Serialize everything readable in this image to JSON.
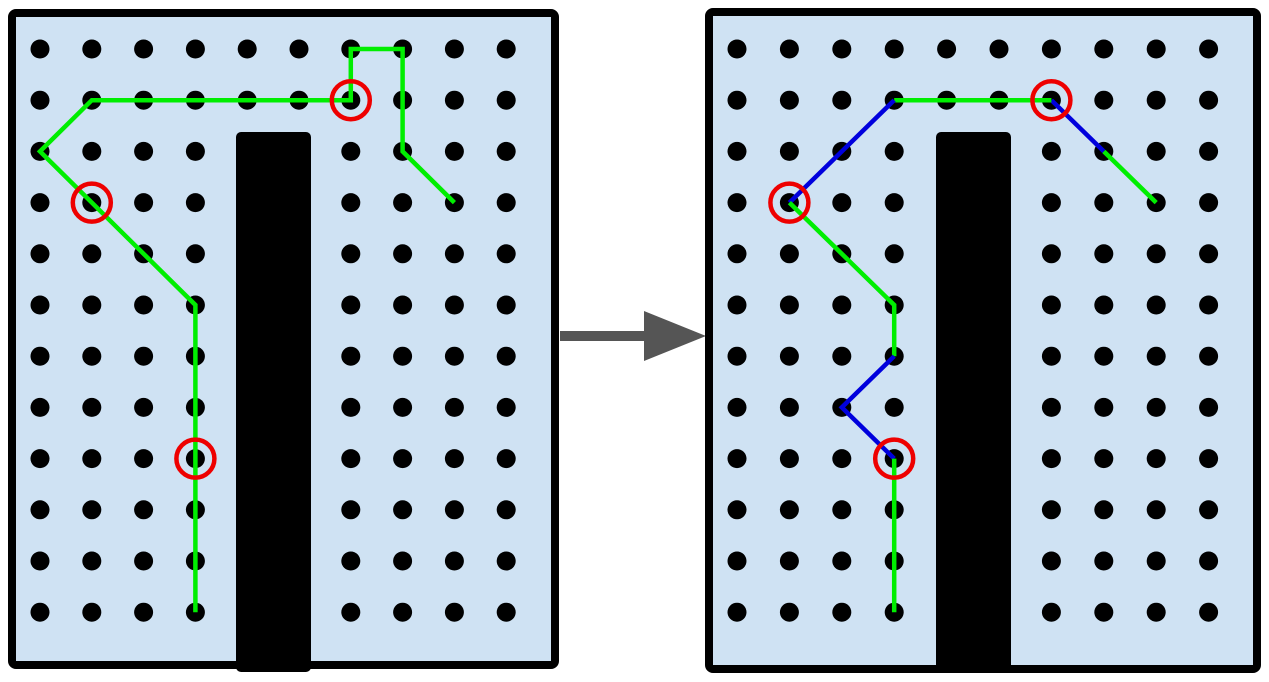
{
  "colors": {
    "background": "#ffffff",
    "panel_fill": "#cfe2f3",
    "panel_border": "#000000",
    "grid_dot": "#000000",
    "obstacle": "#000000",
    "path_original": "#00ee00",
    "path_refined": "#0000dd",
    "waypoint_marker": "#ee0000",
    "arrow": "#555555"
  },
  "grid": {
    "columns": 10,
    "rows": 12
  },
  "obstacle": {
    "column_from": 4,
    "column_to": 5,
    "row_from": 2
  },
  "panels": [
    {
      "id": "before",
      "path_segments": [
        {
          "color_key": "path_original",
          "points": [
            [
              8,
              3
            ],
            [
              7,
              2
            ],
            [
              7,
              0
            ],
            [
              6,
              0
            ],
            [
              6,
              1
            ],
            [
              1,
              1
            ],
            [
              0,
              2
            ],
            [
              3,
              5
            ],
            [
              3,
              11
            ]
          ]
        }
      ],
      "waypoints": [
        [
          6,
          1
        ],
        [
          1,
          3
        ],
        [
          3,
          8
        ]
      ]
    },
    {
      "id": "after",
      "path_segments": [
        {
          "color_key": "path_original",
          "points": [
            [
              8,
              3
            ],
            [
              7,
              2
            ]
          ]
        },
        {
          "color_key": "path_refined",
          "points": [
            [
              7,
              2
            ],
            [
              6,
              1
            ]
          ]
        },
        {
          "color_key": "path_original",
          "points": [
            [
              6,
              1
            ],
            [
              3,
              1
            ]
          ]
        },
        {
          "color_key": "path_refined",
          "points": [
            [
              3,
              1
            ],
            [
              1,
              3
            ]
          ]
        },
        {
          "color_key": "path_original",
          "points": [
            [
              1,
              3
            ],
            [
              3,
              5
            ],
            [
              3,
              6
            ]
          ]
        },
        {
          "color_key": "path_refined",
          "points": [
            [
              3,
              6
            ],
            [
              2,
              7
            ],
            [
              3,
              8
            ]
          ]
        },
        {
          "color_key": "path_original",
          "points": [
            [
              3,
              8
            ],
            [
              3,
              11
            ]
          ]
        }
      ],
      "waypoints": [
        [
          6,
          1
        ],
        [
          1,
          3
        ],
        [
          3,
          8
        ]
      ]
    }
  ]
}
